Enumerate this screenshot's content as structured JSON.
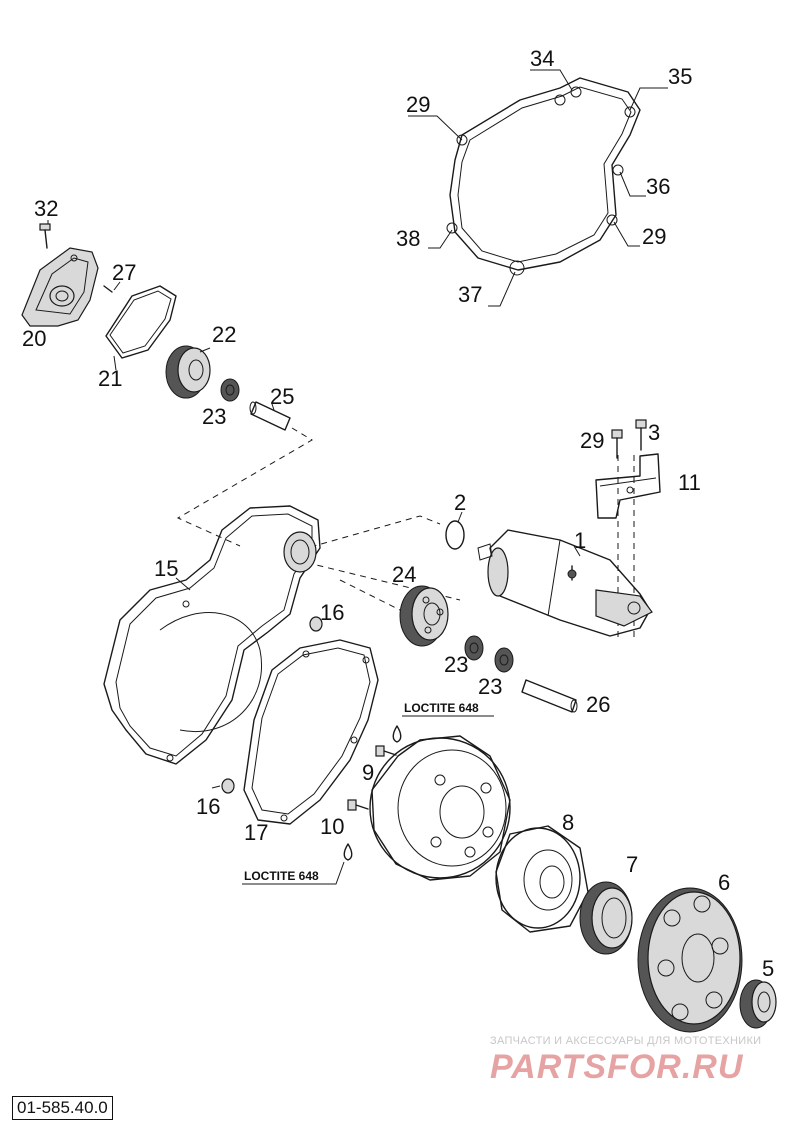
{
  "callouts": {
    "c1": "1",
    "c2": "2",
    "c3": "3",
    "c5": "5",
    "c6": "6",
    "c7": "7",
    "c8": "8",
    "c9": "9",
    "c10": "10",
    "c11": "11",
    "c15": "15",
    "c16a": "16",
    "c16b": "16",
    "c17": "17",
    "c20": "20",
    "c21": "21",
    "c22": "22",
    "c23a": "23",
    "c23b": "23",
    "c23c": "23",
    "c24": "24",
    "c25": "25",
    "c26": "26",
    "c27": "27",
    "c29a": "29",
    "c29b": "29",
    "c29c": "29",
    "c32": "32",
    "c34": "34",
    "c35": "35",
    "c36": "36",
    "c37": "37",
    "c38": "38"
  },
  "notes": {
    "loctite_top": "LOCTITE 648",
    "loctite_bottom": "LOCTITE 648"
  },
  "watermark": {
    "tagline": "ЗАПЧАСТИ И АКСЕССУАРЫ ДЛЯ МОТОТЕХНИКИ",
    "brand": "PARTSFOR.RU"
  },
  "diagram_code": "01-585.40.0"
}
